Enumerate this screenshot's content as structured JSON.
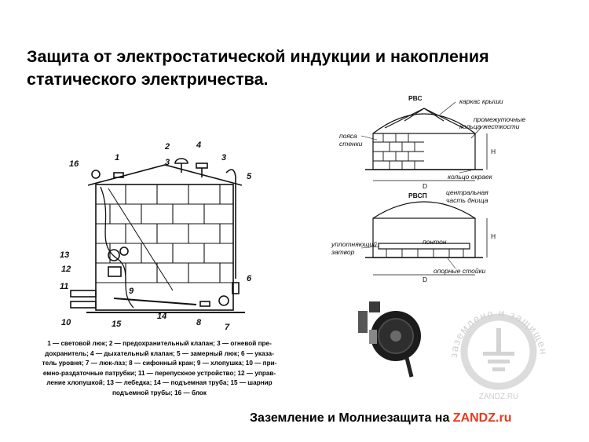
{
  "title": {
    "line1": "Защита от электростатической индукции и накопления",
    "line2": "статического электричества."
  },
  "tank_figure": {
    "numbers": [
      "1",
      "2",
      "3",
      "4",
      "3",
      "5",
      "16",
      "13",
      "12",
      "11",
      "9",
      "10",
      "6",
      "15",
      "14",
      "8",
      "7"
    ],
    "caption": [
      "1 — световой люк; 2 — предохранительный клапан; 3 — огневой пре-",
      "дохранитель; 4 — дыхательный клапан; 5 — замерный люк; 6 — указа-",
      "тель уровня; 7 — люк-лаз; 8 — сифонный кран; 9 — хлопушка; 10 — при-",
      "емно-раздаточные патрубки; 11 — перепускное устройство; 12 — управ-",
      "ление хлопушкой; 13 — лебедка; 14 — подъемная труба; 15 — шарнир",
      "подъемной трубы; 16 — блок"
    ]
  },
  "rvs_figure": {
    "title_rvs": "РВС",
    "title_rvsp": "РВСП",
    "labels": {
      "roof_frame": "каркас крыши",
      "stiff_ring_1": "промежуточные",
      "stiff_ring_2": "кольца жесткости",
      "wall_belts_1": "пояса",
      "wall_belts_2": "стенки",
      "edge_ring": "кольцо окраек",
      "central_1": "центральная",
      "central_2": "часть днища",
      "seal_1": "уплотняющий",
      "seal_2": "затвор",
      "pontoon": "понтон",
      "supports": "опорные стойки",
      "h": "H",
      "d": "D"
    }
  },
  "grounding_logo": {
    "arc_text": "заземлено и защищено",
    "site": "ZANDZ.RU",
    "ring_color": "#d9d9d9",
    "text_color": "#cfcfcf"
  },
  "footer": {
    "prefix": "Заземление и Молниезащита на ",
    "brand": "ZANDZ",
    "tld": ".ru",
    "brand_color": "#e8391b"
  }
}
